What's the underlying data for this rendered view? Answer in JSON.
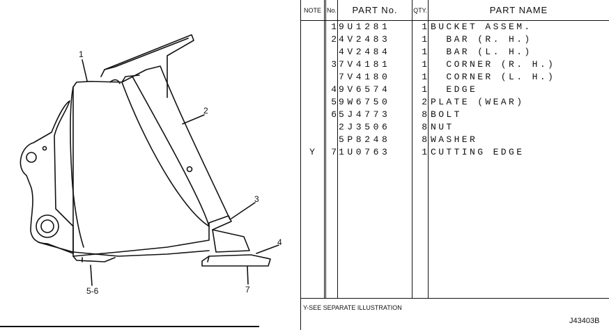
{
  "illustration": {
    "callouts": [
      "1",
      "2",
      "3",
      "4",
      "5-6",
      "7"
    ]
  },
  "table": {
    "headers": {
      "note": "NOTE",
      "no": "No.",
      "part_no": "PART No.",
      "qty": "QTY.",
      "part_name": "PART NAME"
    },
    "rows": [
      {
        "note": "",
        "no": "1",
        "part_no": "9U1281",
        "qty": "1",
        "name": "BUCKET ASSEM."
      },
      {
        "note": "",
        "no": "2",
        "part_no": "4V2483",
        "qty": "1",
        "name": "  BAR (R. H.)"
      },
      {
        "note": "",
        "no": "",
        "part_no": "4V2484",
        "qty": "1",
        "name": "  BAR (L. H.)"
      },
      {
        "note": "",
        "no": "3",
        "part_no": "7V4181",
        "qty": "1",
        "name": "  CORNER (R. H.)"
      },
      {
        "note": "",
        "no": "",
        "part_no": "7V4180",
        "qty": "1",
        "name": "  CORNER (L. H.)"
      },
      {
        "note": "",
        "no": "4",
        "part_no": "9V6574",
        "qty": "1",
        "name": "  EDGE"
      },
      {
        "note": "",
        "no": "5",
        "part_no": "9W6750",
        "qty": "2",
        "name": "PLATE (WEAR)"
      },
      {
        "note": "",
        "no": "6",
        "part_no": "5J4773",
        "qty": "8",
        "name": "BOLT"
      },
      {
        "note": "",
        "no": "",
        "part_no": "2J3506",
        "qty": "8",
        "name": "NUT"
      },
      {
        "note": "",
        "no": "",
        "part_no": "5P8248",
        "qty": "8",
        "name": "WASHER"
      },
      {
        "note": "Y",
        "no": "7",
        "part_no": "1U0763",
        "qty": "1",
        "name": "CUTTING EDGE"
      }
    ],
    "footnote": "Y-SEE SEPARATE ILLUSTRATION",
    "drawing_code": "J43403B"
  }
}
